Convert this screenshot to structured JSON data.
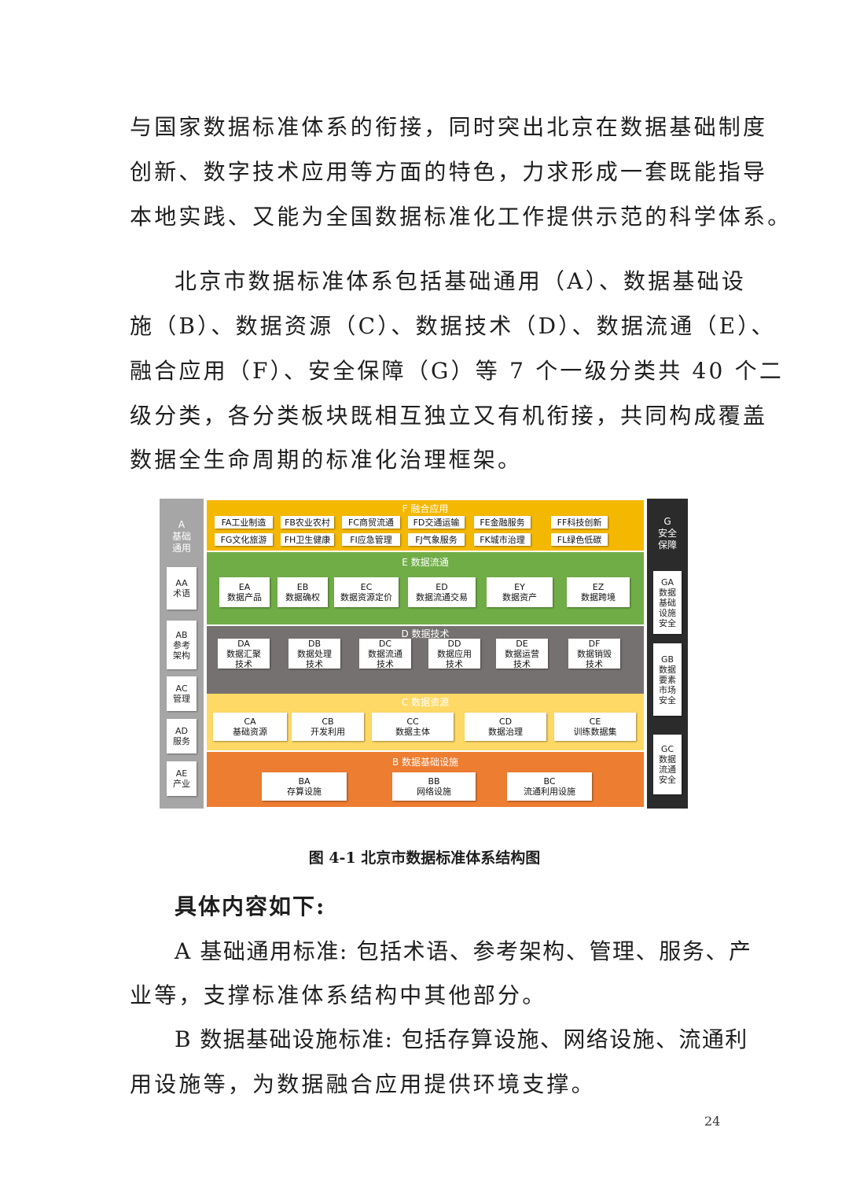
{
  "paragraphs": {
    "intro_lines": [
      "与国家数据标准体系的衔接，同时突出北京在数据基础制度",
      "创新、数字技术应用等方面的特色，力求形成一套既能指导",
      "本地实践、又能为全国数据标准化工作提供示范的科学体系。"
    ],
    "overview_lines": [
      "北京市数据标准体系包括基础通用（A）、数据基础设",
      "施（B）、数据资源（C）、数据技术（D）、数据流通（E）、",
      "融合应用（F）、安全保障（G）等 7 个一级分类共 40 个二",
      "级分类，各分类板块既相互独立又有机衔接，共同构成覆盖",
      "数据全生命周期的标准化治理框架。"
    ]
  },
  "diagram": {
    "colors": {
      "gray": "#a6a6a6",
      "black": "#2b2b2b",
      "yellow": "#f5b800",
      "green": "#70ad47",
      "dgray": "#767171",
      "lyellow": "#ffd966",
      "orange": "#ed7d31"
    },
    "A": {
      "title_lines": [
        "A",
        "基础",
        "通用"
      ],
      "items": [
        [
          "AA",
          "术语"
        ],
        [
          "AB",
          "参考",
          "架构"
        ],
        [
          "AC",
          "管理"
        ],
        [
          "AD",
          "服务"
        ],
        [
          "AE",
          "产业"
        ]
      ]
    },
    "G": {
      "title_lines": [
        "G",
        "安全",
        "保障"
      ],
      "items": [
        [
          "GA",
          "数据",
          "基础",
          "设施",
          "安全"
        ],
        [
          "GB",
          "数据",
          "要素",
          "市场",
          "安全"
        ],
        [
          "GC",
          "数据",
          "流通",
          "安全"
        ]
      ]
    },
    "F": {
      "title": "F 融合应用",
      "row1": [
        "FA工业制造",
        "FB农业农村",
        "FC商贸流通",
        "FD交通运输",
        "FE金融服务",
        "FF科技创新"
      ],
      "row2": [
        "FG文化旅游",
        "FH卫生健康",
        "FI应急管理",
        "FJ气象服务",
        "FK城市治理",
        "FL绿色低碳"
      ]
    },
    "E": {
      "title": "E 数据流通",
      "items": [
        [
          "EA",
          "数据产品"
        ],
        [
          "EB",
          "数据确权"
        ],
        [
          "EC",
          "数据资源定价"
        ],
        [
          "ED",
          "数据流通交易"
        ],
        [
          "EY",
          "数据资产"
        ],
        [
          "EZ",
          "数据跨境"
        ]
      ]
    },
    "D": {
      "title": "D 数据技术",
      "items": [
        [
          "DA",
          "数据汇聚",
          "技术"
        ],
        [
          "DB",
          "数据处理",
          "技术"
        ],
        [
          "DC",
          "数据流通",
          "技术"
        ],
        [
          "DD",
          "数据应用",
          "技术"
        ],
        [
          "DE",
          "数据运营",
          "技术"
        ],
        [
          "DF",
          "数据销毁",
          "技术"
        ]
      ]
    },
    "C": {
      "title": "C 数据资源",
      "items": [
        [
          "CA",
          "基础资源"
        ],
        [
          "CB",
          "开发利用"
        ],
        [
          "CC",
          "数据主体"
        ],
        [
          "CD",
          "数据治理"
        ],
        [
          "CE",
          "训练数据集"
        ]
      ]
    },
    "B": {
      "title": "B 数据基础设施",
      "items": [
        [
          "BA",
          "存算设施"
        ],
        [
          "BB",
          "网络设施"
        ],
        [
          "BC",
          "流通利用设施"
        ]
      ]
    }
  },
  "caption": "图 4-1  北京市数据标准体系结构图",
  "details": {
    "heading": "具体内容如下:",
    "a_lines": [
      "A 基础通用标准: 包括术语、参考架构、管理、服务、产",
      "业等，支撑标准体系结构中其他部分。"
    ],
    "b_lines": [
      "B 数据基础设施标准: 包括存算设施、网络设施、流通利",
      "用设施等，为数据融合应用提供环境支撑。"
    ]
  },
  "page_number": "24"
}
